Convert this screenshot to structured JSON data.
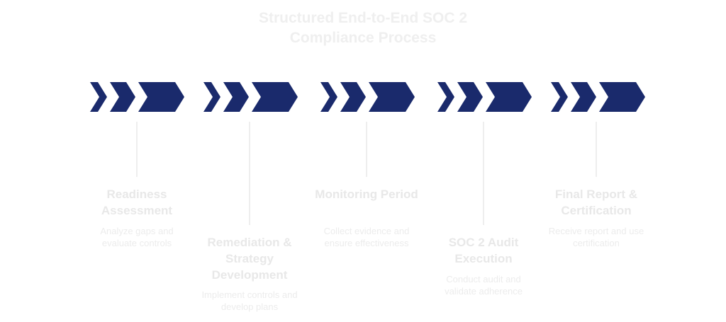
{
  "title": "Structured End-to-End SOC 2 Compliance Process",
  "colors": {
    "chevron": "#1a2a6c",
    "text": "#e8e8e8",
    "background": "#ffffff"
  },
  "steps": [
    {
      "title": "Readiness Assessment",
      "description": "Analyze gaps and evaluate controls"
    },
    {
      "title": "Remediation & Strategy Development",
      "description": "Implement controls and develop plans"
    },
    {
      "title": "Monitoring Period",
      "description": "Collect evidence and ensure effectiveness"
    },
    {
      "title": "SOC 2 Audit Execution",
      "description": "Conduct audit and validate adherence"
    },
    {
      "title": "Final Report & Certification",
      "description": "Receive report and use certification"
    }
  ]
}
